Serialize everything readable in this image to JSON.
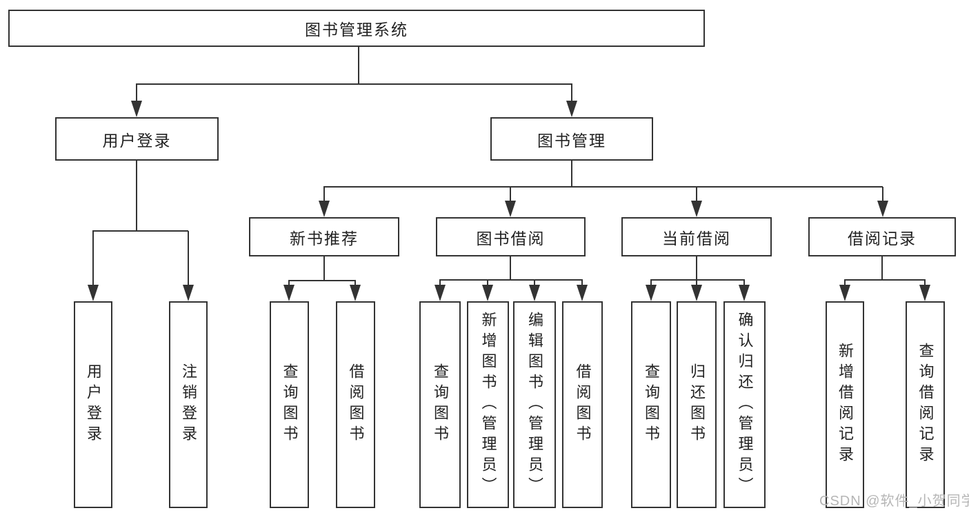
{
  "colors": {
    "line": "#333333",
    "box_border": "#333333",
    "text": "#222222",
    "watermark": "#b6b6b6",
    "background": "#ffffff"
  },
  "watermark": "CSDN @软件_小贺同学",
  "diagram": {
    "root": "图书管理系统",
    "branches": [
      {
        "label": "用户登录",
        "leaves": [
          "用户登录",
          "注销登录"
        ]
      },
      {
        "label": "图书管理",
        "groups": [
          {
            "label": "新书推荐",
            "leaves": [
              "查询图书",
              "借阅图书"
            ]
          },
          {
            "label": "图书借阅",
            "leaves": [
              "查询图书",
              "新增图书（管理员）",
              "编辑图书（管理员）",
              "借阅图书"
            ]
          },
          {
            "label": "当前借阅",
            "leaves": [
              "查询图书",
              "归还图书",
              "确认归还（管理员）"
            ]
          },
          {
            "label": "借阅记录",
            "leaves": [
              "新增借阅记录",
              "查询借阅记录"
            ]
          }
        ]
      }
    ]
  }
}
